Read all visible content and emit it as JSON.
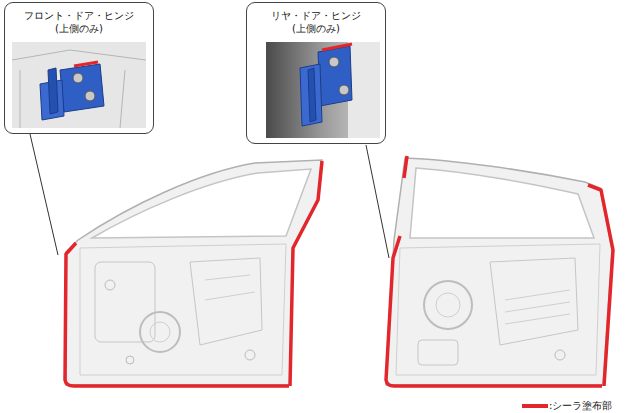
{
  "diagram": {
    "nodes": [
      {
        "text": [
          "フロント・ドア・ヒンジ",
          "(上側のみ)"
        ]
      },
      {
        "text": [
          "リヤ・ドア・ヒンジ",
          "(上側のみ)"
        ]
      }
    ],
    "legend": [
      {
        "text": ":シーラ塗布部",
        "color": "#e3262b"
      }
    ]
  }
}
